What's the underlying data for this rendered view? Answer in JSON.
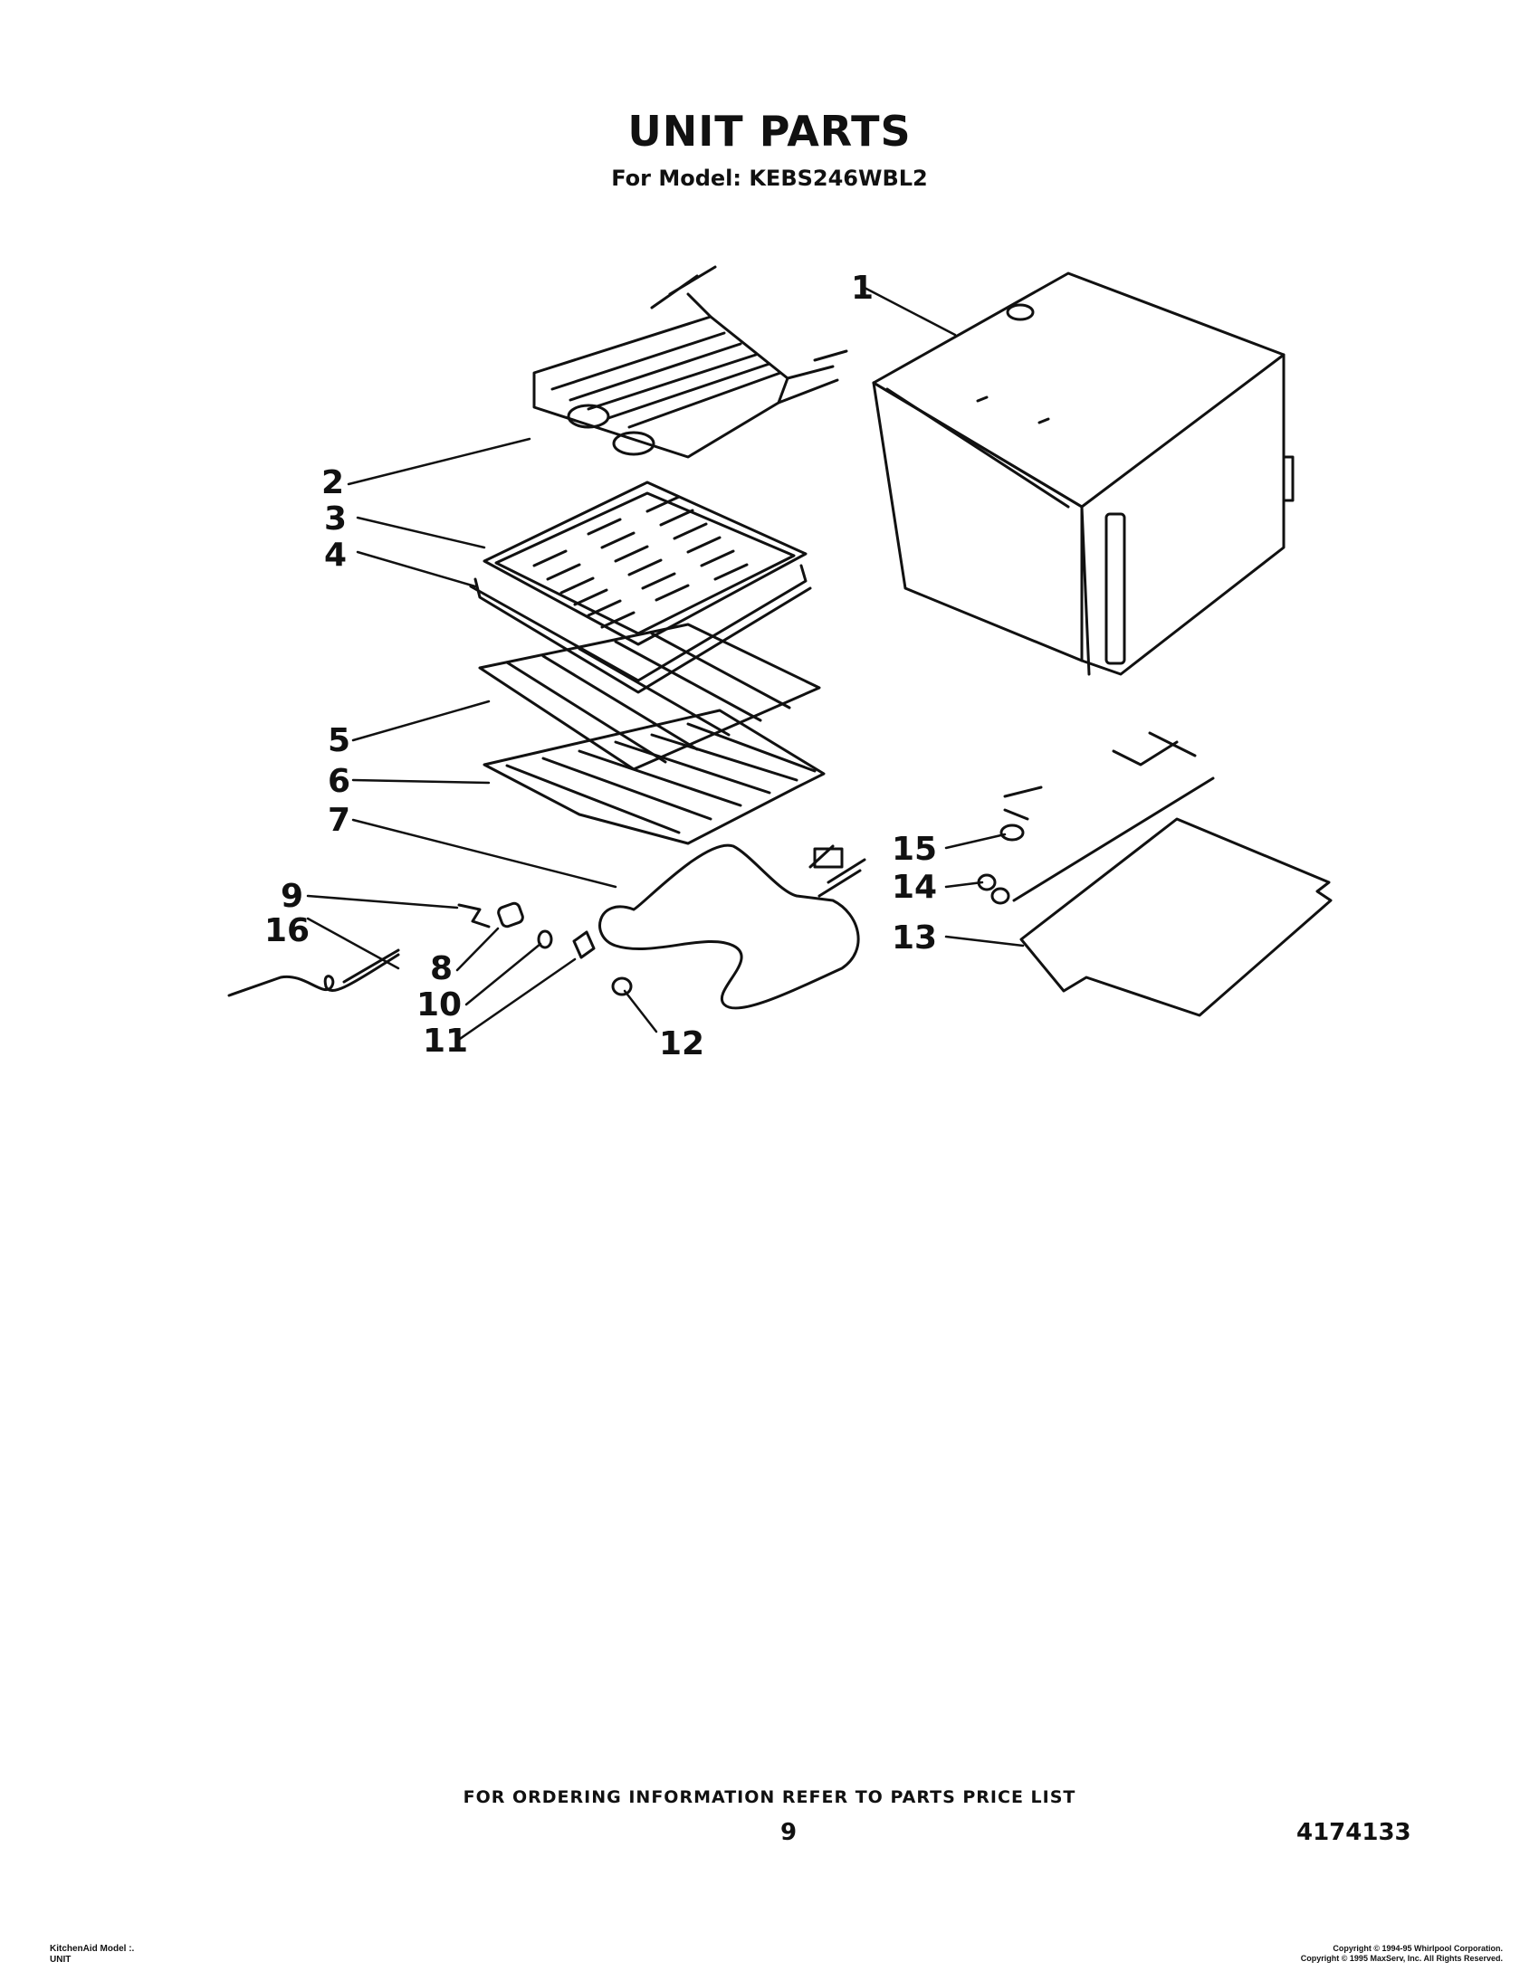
{
  "header": {
    "title": "UNIT PARTS",
    "subtitle": "For Model: KEBS246WBL2"
  },
  "callouts": [
    "1",
    "2",
    "3",
    "4",
    "5",
    "6",
    "7",
    "8",
    "9",
    "10",
    "11",
    "12",
    "13",
    "14",
    "15",
    "16"
  ],
  "footer": {
    "ordering": "FOR ORDERING INFORMATION REFER TO PARTS PRICE LIST",
    "page": "9",
    "doc_number": "4174133",
    "model_line1": "KitchenAid Model :.",
    "model_line2": "UNIT",
    "copyright1": "Copyright © 1994-95 Whirlpool Corporation.",
    "copyright2": "Copyright © 1995 MaxServ, Inc.  All Rights Reserved."
  }
}
